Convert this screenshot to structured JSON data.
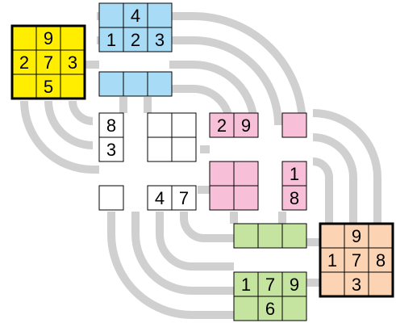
{
  "colors": {
    "background": "#ffffff",
    "connector": "#d0d0d0",
    "outline": "#000000",
    "yellow": "#ffee00",
    "blue": "#a8dcf6",
    "pink": "#f8c0d8",
    "green": "#c4e4a0",
    "peach": "#fcd4b4",
    "white": "#ffffff"
  },
  "blocks": [
    {
      "id": "yellow",
      "color": "yellow",
      "rows": [
        [
          {
            "v": ""
          },
          {
            "v": "9"
          },
          {
            "v": ""
          }
        ],
        [
          {
            "v": "2"
          },
          {
            "v": "7"
          },
          {
            "v": "3"
          }
        ],
        [
          {
            "v": ""
          },
          {
            "v": "5"
          },
          {
            "v": ""
          }
        ]
      ]
    },
    {
      "id": "blue",
      "color": "blue",
      "rows": [
        [
          {
            "v": ""
          },
          {
            "v": "4"
          },
          {
            "v": ""
          }
        ],
        [
          {
            "v": "1"
          },
          {
            "v": "2"
          },
          {
            "v": "3"
          }
        ],
        [
          {
            "v": "",
            "hidden": true
          },
          {
            "v": "",
            "hidden": true
          },
          {
            "v": "",
            "hidden": true
          }
        ],
        [
          {
            "v": ""
          },
          {
            "v": ""
          },
          {
            "v": ""
          }
        ]
      ]
    },
    {
      "id": "left-white",
      "color": "white",
      "rows": [
        [
          {
            "v": "8"
          },
          {
            "v": "",
            "hidden": true
          },
          {
            "v": "",
            "hidden": true
          }
        ],
        [
          {
            "v": "3"
          },
          {
            "v": "",
            "hidden": true
          },
          {
            "v": "",
            "hidden": true
          }
        ],
        [
          {
            "v": "",
            "hidden": true
          },
          {
            "v": "",
            "hidden": true
          },
          {
            "v": "",
            "hidden": true
          }
        ],
        [
          {
            "v": ""
          },
          {
            "v": "",
            "hidden": true
          },
          {
            "v": "",
            "hidden": true
          }
        ]
      ]
    },
    {
      "id": "mid-white",
      "color": "white",
      "rows": [
        [
          {
            "v": ""
          },
          {
            "v": ""
          }
        ],
        [
          {
            "v": ""
          },
          {
            "v": ""
          }
        ],
        [
          {
            "v": "",
            "hidden": true
          },
          {
            "v": "",
            "hidden": true
          }
        ],
        [
          {
            "v": "4"
          },
          {
            "v": "7"
          }
        ]
      ]
    },
    {
      "id": "pink",
      "color": "pink",
      "rows": [
        [
          {
            "v": "2"
          },
          {
            "v": "9"
          },
          {
            "v": "",
            "hidden": true
          },
          {
            "v": ""
          }
        ],
        [
          {
            "v": "",
            "hidden": true
          },
          {
            "v": "",
            "hidden": true
          },
          {
            "v": "",
            "hidden": true
          },
          {
            "v": "",
            "hidden": true
          }
        ],
        [
          {
            "v": ""
          },
          {
            "v": ""
          },
          {
            "v": "",
            "hidden": true
          },
          {
            "v": "1"
          }
        ],
        [
          {
            "v": ""
          },
          {
            "v": ""
          },
          {
            "v": "",
            "hidden": true
          },
          {
            "v": "8"
          }
        ]
      ]
    },
    {
      "id": "green",
      "color": "green",
      "rows": [
        [
          {
            "v": ""
          },
          {
            "v": ""
          },
          {
            "v": ""
          }
        ],
        [
          {
            "v": "",
            "hidden": true
          },
          {
            "v": "",
            "hidden": true
          },
          {
            "v": "",
            "hidden": true
          }
        ],
        [
          {
            "v": "1"
          },
          {
            "v": "7"
          },
          {
            "v": "9"
          }
        ],
        [
          {
            "v": ""
          },
          {
            "v": "6"
          },
          {
            "v": ""
          }
        ]
      ]
    },
    {
      "id": "peach",
      "color": "peach",
      "rows": [
        [
          {
            "v": ""
          },
          {
            "v": "9"
          },
          {
            "v": ""
          }
        ],
        [
          {
            "v": "1"
          },
          {
            "v": "7"
          },
          {
            "v": "8"
          }
        ],
        [
          {
            "v": ""
          },
          {
            "v": "3"
          },
          {
            "v": ""
          }
        ]
      ]
    }
  ]
}
